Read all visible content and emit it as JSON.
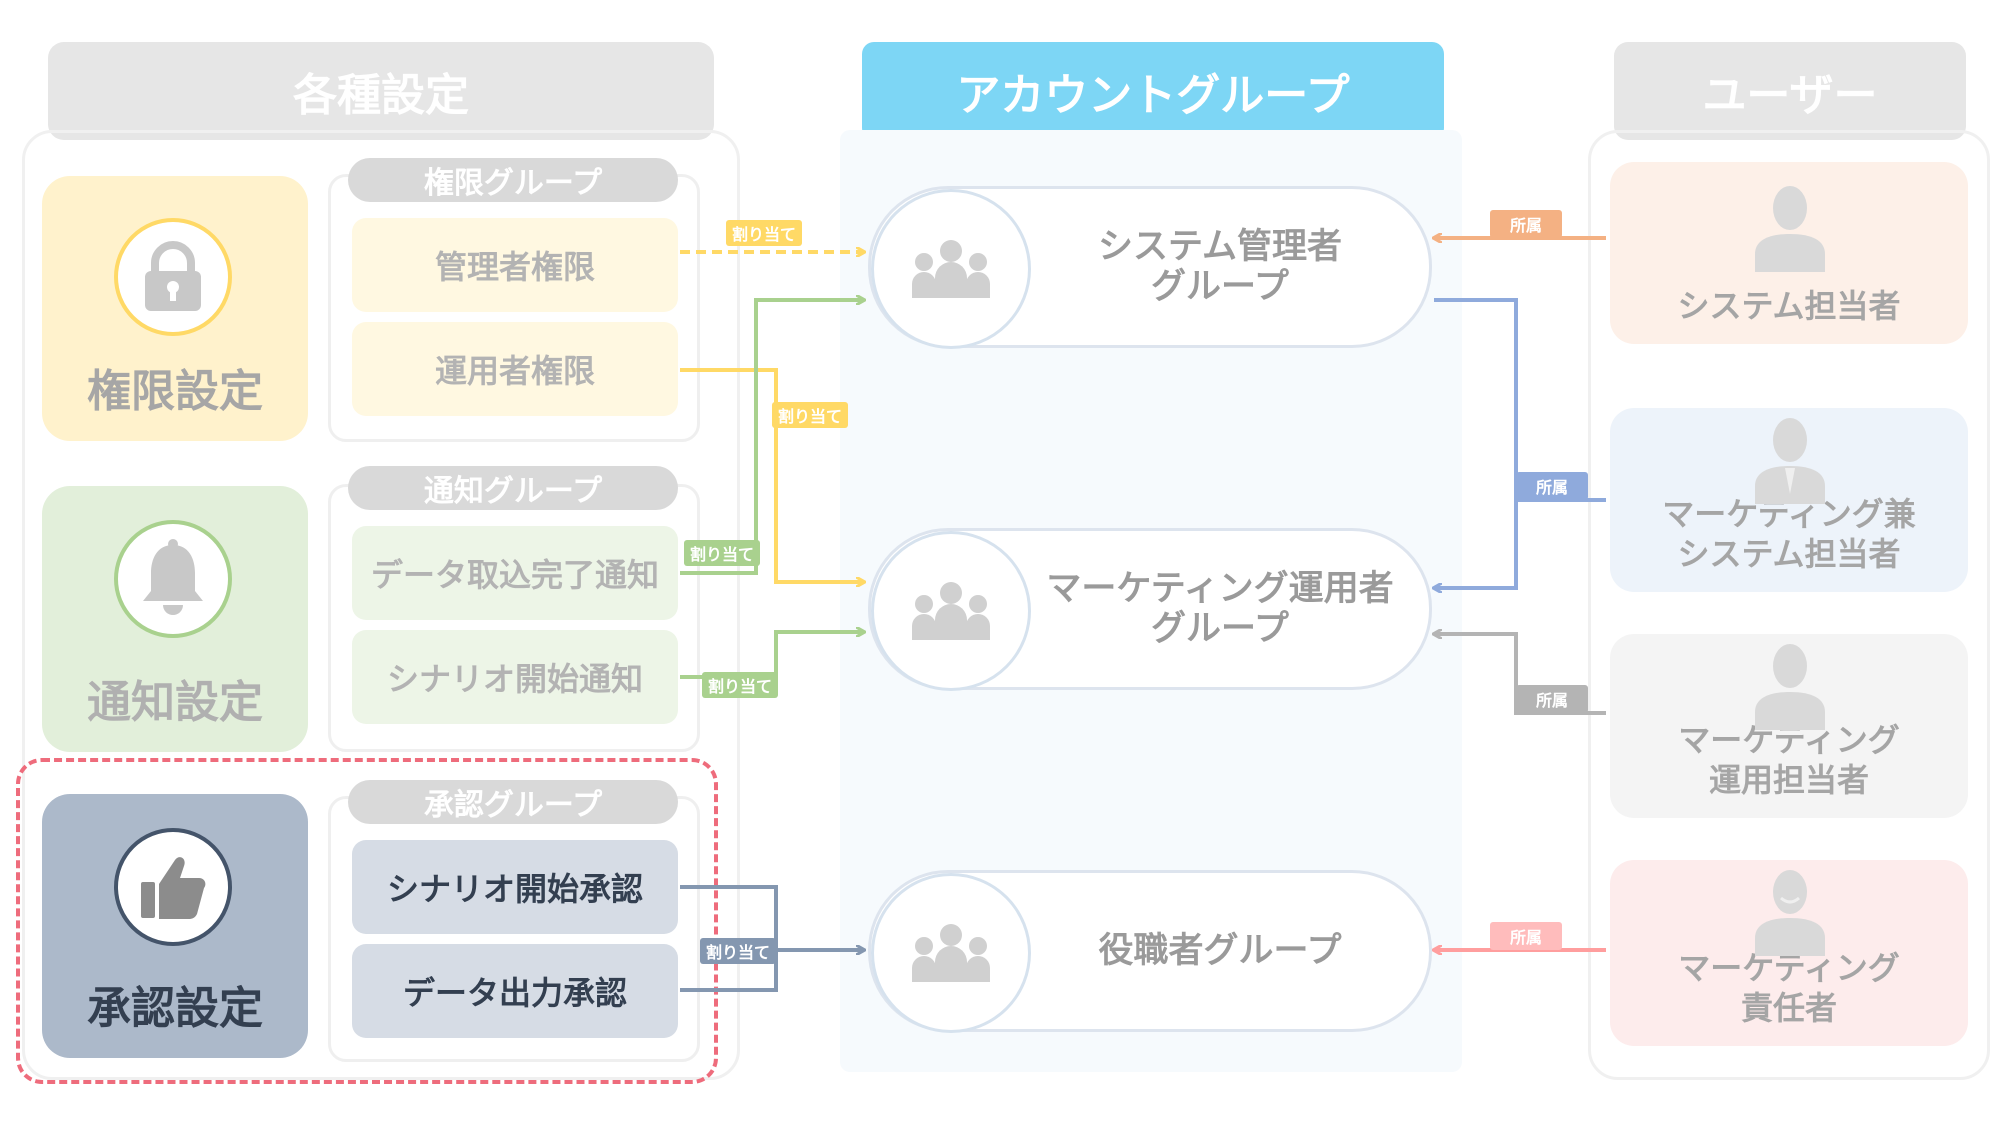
{
  "headers": {
    "settings": "各種設定",
    "account_group": "アカウントグループ",
    "users": "ユーザー"
  },
  "categories": {
    "permission": {
      "label": "権限設定",
      "group_title": "権限グループ",
      "items": [
        "管理者権限",
        "運用者権限"
      ]
    },
    "notification": {
      "label": "通知設定",
      "group_title": "通知グループ",
      "items": [
        "データ取込完了通知",
        "シナリオ開始通知"
      ]
    },
    "approval": {
      "label": "承認設定",
      "group_title": "承認グループ",
      "items": [
        "シナリオ開始承認",
        "データ出力承認"
      ]
    }
  },
  "account_groups": [
    "システム管理者\nグループ",
    "マーケティング運用者\nグループ",
    "役職者グループ"
  ],
  "users": [
    "システム担当者",
    "マーケティング兼\nシステム担当者",
    "マーケティング\n運用担当者",
    "マーケティング\n責任者"
  ],
  "connector_labels": {
    "assign": "割り当て",
    "belong": "所属"
  },
  "icons": {
    "permission": "lock-icon",
    "notification": "bell-icon",
    "approval": "thumbs-up-icon",
    "group": "group-people-icon",
    "user": "person-icon"
  },
  "colors": {
    "permission": "#ffd966",
    "notification": "#a9d18e",
    "approval": "#8497b0",
    "user_system": "#f4b183",
    "user_hybrid": "#8faadc",
    "user_operator": "#b4b4b4",
    "user_manager": "#ff9e9e",
    "highlight": "#ee6c7c",
    "header_active": "#7dd6f5"
  }
}
